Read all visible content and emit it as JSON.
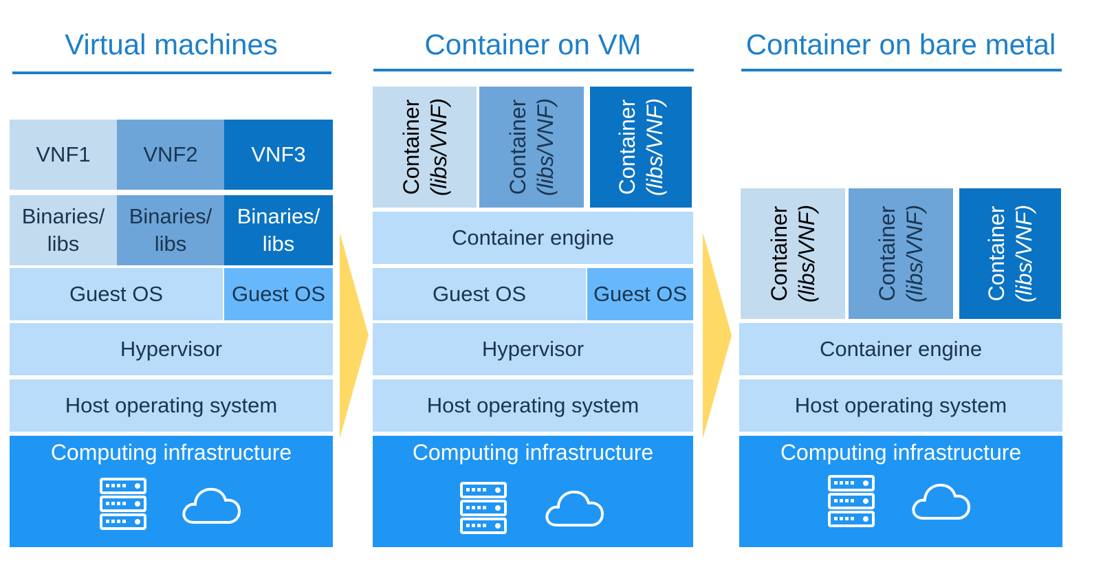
{
  "columns": [
    {
      "title": "Virtual machines",
      "vnfs": [
        "VNF1",
        "VNF2",
        "VNF3"
      ],
      "binaries": [
        "Binaries/\nlibs",
        "Binaries/\nlibs",
        "Binaries/\nlibs"
      ],
      "guest_os_main": "Guest OS",
      "guest_os_secondary": "Guest OS",
      "hypervisor": "Hypervisor",
      "host_os": "Host operating system",
      "infrastructure": "Computing infrastructure"
    },
    {
      "title": "Container on VM",
      "containers": [
        {
          "name": "Container",
          "sub": "(libs/VNF)"
        },
        {
          "name": "Container",
          "sub": "(libs/VNF)"
        },
        {
          "name": "Container",
          "sub": "(libs/VNF)"
        }
      ],
      "engine": "Container engine",
      "guest_os_main": "Guest OS",
      "guest_os_secondary": "Guest OS",
      "hypervisor": "Hypervisor",
      "host_os": "Host operating system",
      "infrastructure": "Computing infrastructure"
    },
    {
      "title": "Container on bare metal",
      "containers": [
        {
          "name": "Container",
          "sub": "(libs/VNF)"
        },
        {
          "name": "Container",
          "sub": "(libs/VNF)"
        },
        {
          "name": "Container",
          "sub": "(libs/VNF)"
        }
      ],
      "engine": "Container engine",
      "host_os": "Host operating system",
      "infrastructure": "Computing infrastructure"
    }
  ],
  "icons": [
    "server-rack-icon",
    "cloud-icon"
  ],
  "colors": {
    "title": "#1d7fc8",
    "light": "#c3dbef",
    "medium": "#6da5d9",
    "dark": "#0b73c3",
    "layer": "#b8dcf9",
    "guest_os_secondary": "#66b8fa",
    "infrastructure": "#1f95f4",
    "arrow": "#ffd966"
  }
}
